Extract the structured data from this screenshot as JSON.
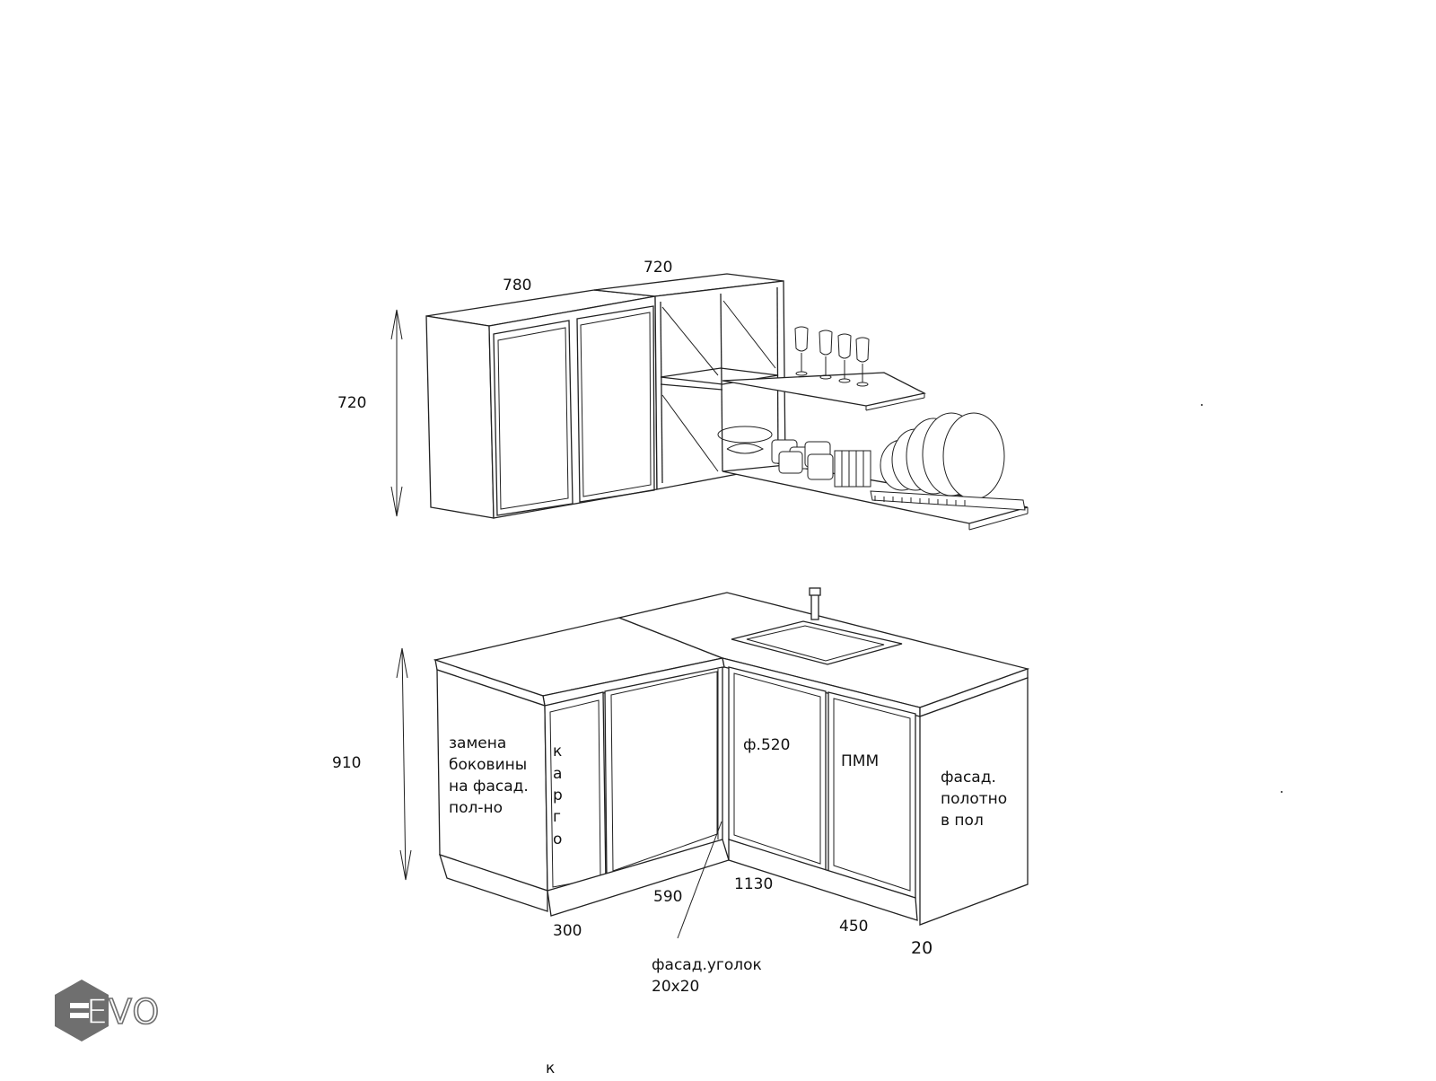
{
  "upper_cabinets": {
    "width_left": "780",
    "width_right": "720",
    "height": "720"
  },
  "lower_cabinets": {
    "height": "910",
    "side_replacement_note": [
      "замена",
      "боковины",
      "на фасад.",
      "пол-но"
    ],
    "cargo_label": [
      "к",
      "а",
      "р",
      "г",
      "о"
    ],
    "sink_module_label": "ф.520",
    "dishwasher_label": "ПММ",
    "end_panel_note": [
      "фасад.",
      "полотно",
      "в пол"
    ],
    "dim_300": "300",
    "dim_590": "590",
    "dim_1130": "1130",
    "dim_450": "450",
    "dim_20": "20",
    "corner_note": [
      "фасад.уголок",
      "20х20"
    ]
  },
  "stray_letter": "к",
  "logo": {
    "text": "EVO",
    "color": "#6f6f6f"
  }
}
